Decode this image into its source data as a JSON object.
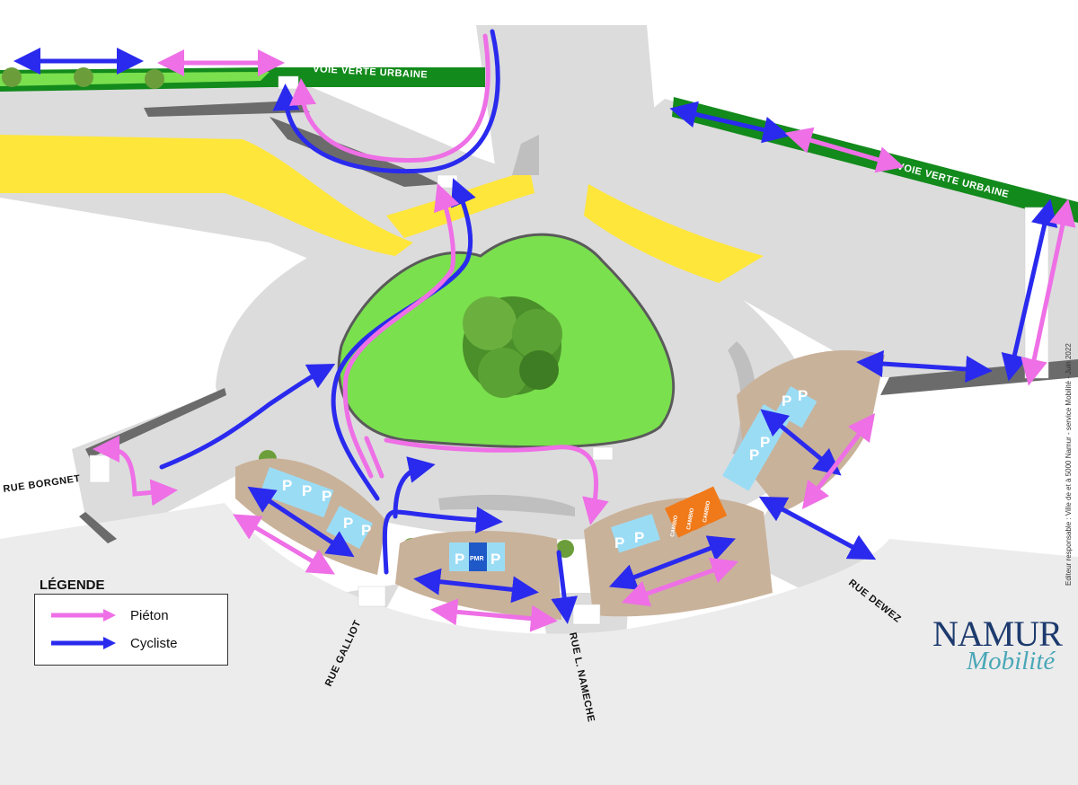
{
  "labels": {
    "greenway_left": "VOIE VERTE URBAINE",
    "greenway_right": "VOIE VERTE URBAINE",
    "rue_borgnet": "RUE BORGNET",
    "rue_galliot": "RUE GALLIOT",
    "rue_nameche": "RUE L. NAMECHE",
    "rue_dewez": "RUE DEWEZ"
  },
  "parking": {
    "p": "P",
    "pmr": "PMR",
    "cambio": "CAMBIO"
  },
  "legend": {
    "title": "LÉGENDE",
    "pedestrian": "Piéton",
    "cyclist": "Cycliste"
  },
  "brand": {
    "name": "NAMUR",
    "sub": "Mobilité"
  },
  "credit": "Editeur responsable : Ville de et à 5000 Namur - service Mobilité - Juin 2022",
  "colors": {
    "pedestrian": "#ee6fe6",
    "cyclist": "#2a2aee",
    "greenway": "#138a1c",
    "grass": "#7ae04e",
    "road": "#dcdcdc",
    "hatch_yellow": "#ffe63a",
    "sidewalk": "#c9b29a",
    "parking": "#9bdcf5",
    "cambio": "#f07a1a"
  }
}
